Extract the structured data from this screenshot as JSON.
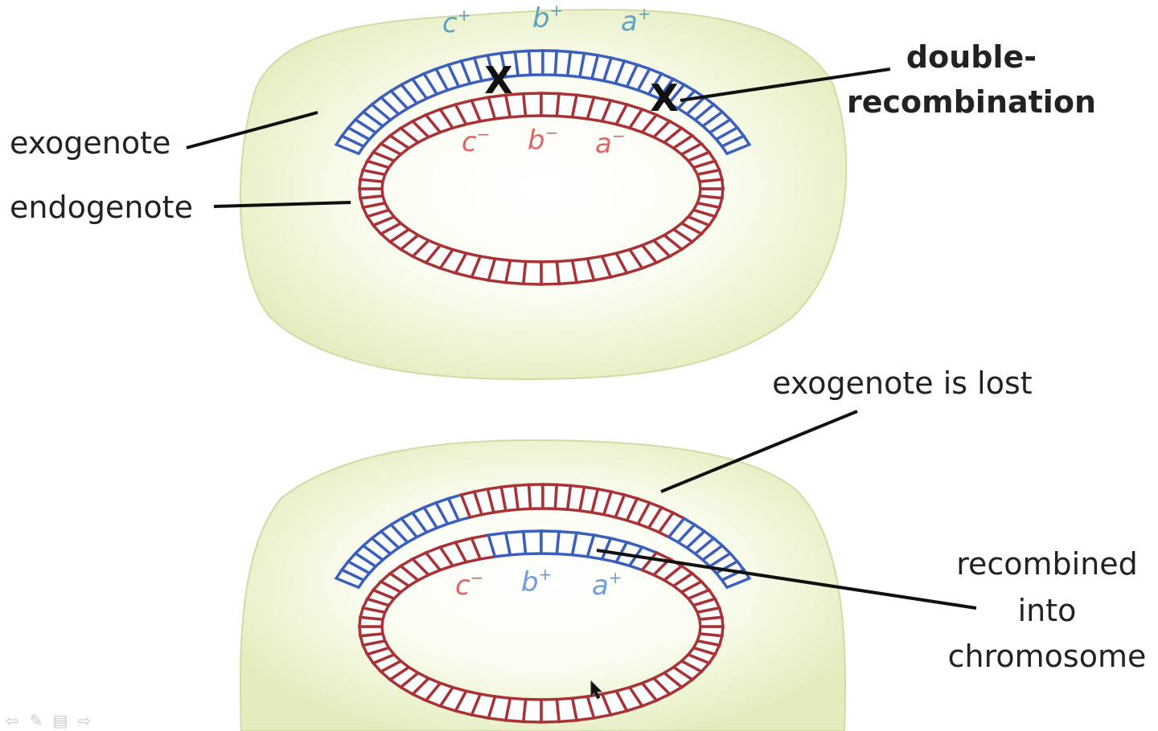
{
  "labels": {
    "exogenote": "exogenote",
    "endogenote": "endogenote",
    "double_1": "double-",
    "double_2": "recombination",
    "exo_lost": "exogenote is lost",
    "recomb_1": "recombined",
    "recomb_2": "into",
    "recomb_3": "chromosome"
  },
  "crossover_mark": "X",
  "top_genes": {
    "exogenote": [
      {
        "letter": "c",
        "sign": "+"
      },
      {
        "letter": "b",
        "sign": "+"
      },
      {
        "letter": "a",
        "sign": "+"
      }
    ],
    "endogenote": [
      {
        "letter": "c",
        "sign": "−"
      },
      {
        "letter": "b",
        "sign": "−"
      },
      {
        "letter": "a",
        "sign": "−"
      }
    ]
  },
  "bottom_genes": [
    {
      "letter": "c",
      "sign": "−",
      "origin": "endogenote"
    },
    {
      "letter": "b",
      "sign": "+",
      "origin": "exogenote"
    },
    {
      "letter": "a",
      "sign": "+",
      "origin": "exogenote"
    }
  ],
  "colors": {
    "cell_fill": "#e6efc4",
    "cell_edge": "#c9d89a",
    "exogenote_dna": "#3b5fbd",
    "endogenote_dna": "#a83236",
    "exogenote_gene_label": "#5ea3c4",
    "endogenote_gene_label": "#e06666",
    "recombined_gene_label": "#6b9be0"
  },
  "slide_controls": [
    {
      "name": "previous-arrow",
      "glyph": "⇦"
    },
    {
      "name": "pen-tool",
      "glyph": "✎"
    },
    {
      "name": "slide-menu",
      "glyph": "▤"
    },
    {
      "name": "next-arrow",
      "glyph": "⇨"
    }
  ]
}
